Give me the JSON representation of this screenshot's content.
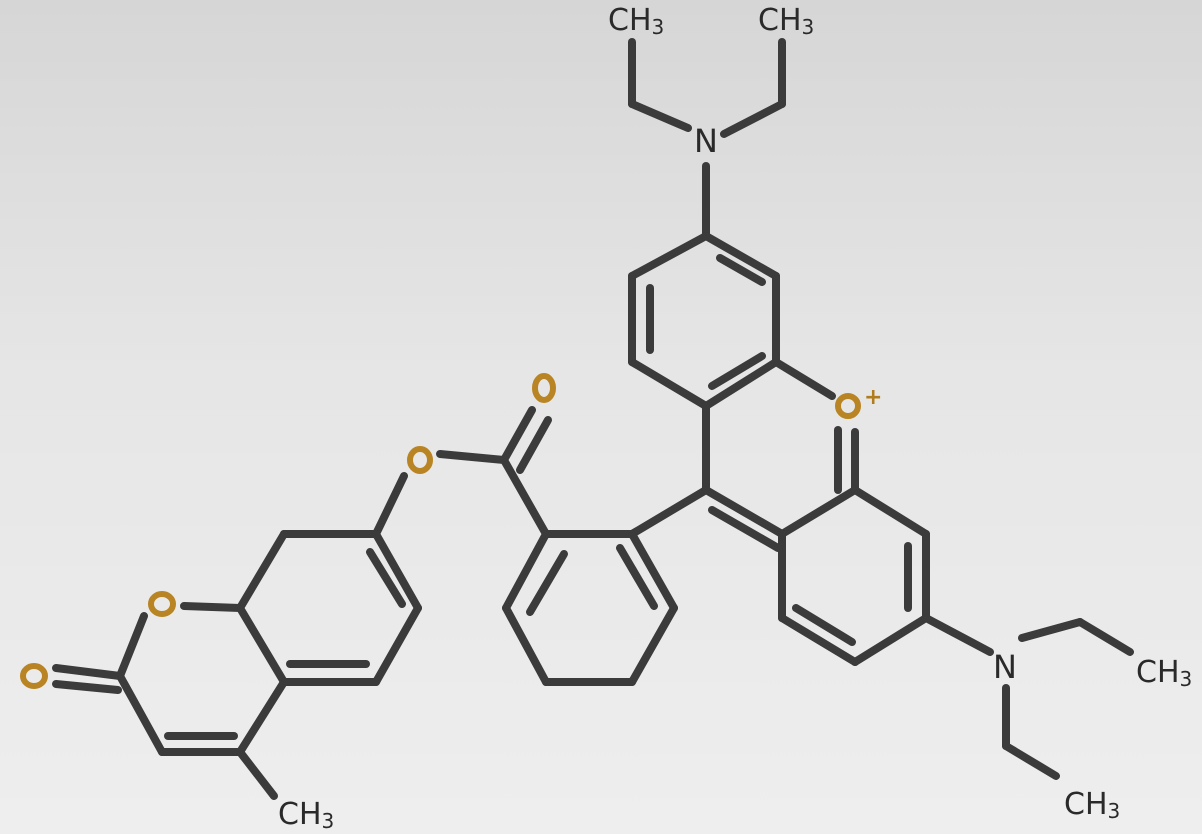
{
  "labels": {
    "ch3_top_left": {
      "main": "CH",
      "sub": "3"
    },
    "ch3_top_right": {
      "main": "CH",
      "sub": "3"
    },
    "ch3_right": {
      "main": "CH",
      "sub": "3"
    },
    "ch3_bottom_right": {
      "main": "CH",
      "sub": "3"
    },
    "ch3_bottom_left": {
      "main": "CH",
      "sub": "3"
    },
    "n_top": "N",
    "n_bottom": "N",
    "oxonium_charge": "+"
  },
  "colors": {
    "bond": "#3b3b3b",
    "oxygen": "#b98423",
    "text": "#2a2a2a"
  }
}
